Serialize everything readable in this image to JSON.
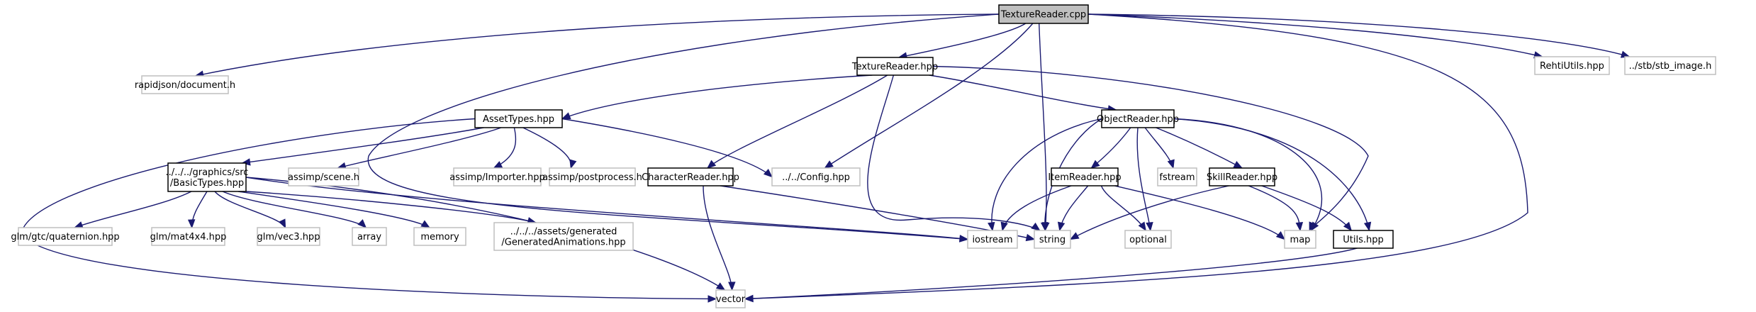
{
  "diagram": {
    "title": "TextureReader.cpp include dependency graph",
    "colors": {
      "edge": "#191970",
      "root_fill": "#bfbfbf",
      "local_border": "#000000",
      "external_border": "#bfbfbf"
    },
    "nodes": [
      {
        "id": "texturereader_cpp",
        "label": [
          "TextureReader.cpp"
        ],
        "kind": "root"
      },
      {
        "id": "rapidjson_document",
        "label": [
          "rapidjson/document.h"
        ],
        "kind": "external"
      },
      {
        "id": "texturereader_hpp",
        "label": [
          "TextureReader.hpp"
        ],
        "kind": "local"
      },
      {
        "id": "rehtiutils",
        "label": [
          "RehtiUtils.hpp"
        ],
        "kind": "external"
      },
      {
        "id": "stb_image",
        "label": [
          "../stb/stb_image.h"
        ],
        "kind": "external"
      },
      {
        "id": "assettypes",
        "label": [
          "AssetTypes.hpp"
        ],
        "kind": "local"
      },
      {
        "id": "objectreader",
        "label": [
          "ObjectReader.hpp"
        ],
        "kind": "local"
      },
      {
        "id": "basictypes",
        "label": [
          "../../../graphics/src",
          "/BasicTypes.hpp"
        ],
        "kind": "local"
      },
      {
        "id": "assimp_scene",
        "label": [
          "assimp/scene.h"
        ],
        "kind": "external"
      },
      {
        "id": "assimp_importer",
        "label": [
          "assimp/Importer.hpp"
        ],
        "kind": "external"
      },
      {
        "id": "assimp_postprocess",
        "label": [
          "assimp/postprocess.h"
        ],
        "kind": "external"
      },
      {
        "id": "characterreader",
        "label": [
          "CharacterReader.hpp"
        ],
        "kind": "local"
      },
      {
        "id": "config",
        "label": [
          "../../Config.hpp"
        ],
        "kind": "external"
      },
      {
        "id": "itemreader",
        "label": [
          "ItemReader.hpp"
        ],
        "kind": "local"
      },
      {
        "id": "fstream",
        "label": [
          "fstream"
        ],
        "kind": "external"
      },
      {
        "id": "skillreader",
        "label": [
          "SkillReader.hpp"
        ],
        "kind": "local"
      },
      {
        "id": "glm_quaternion",
        "label": [
          "glm/gtc/quaternion.hpp"
        ],
        "kind": "external"
      },
      {
        "id": "glm_mat4x4",
        "label": [
          "glm/mat4x4.hpp"
        ],
        "kind": "external"
      },
      {
        "id": "glm_vec3",
        "label": [
          "glm/vec3.hpp"
        ],
        "kind": "external"
      },
      {
        "id": "array",
        "label": [
          "array"
        ],
        "kind": "external"
      },
      {
        "id": "memory",
        "label": [
          "memory"
        ],
        "kind": "external"
      },
      {
        "id": "generated_animations",
        "label": [
          "../../../assets/generated",
          "/GeneratedAnimations.hpp"
        ],
        "kind": "external"
      },
      {
        "id": "iostream",
        "label": [
          "iostream"
        ],
        "kind": "external"
      },
      {
        "id": "string",
        "label": [
          "string"
        ],
        "kind": "external"
      },
      {
        "id": "optional",
        "label": [
          "optional"
        ],
        "kind": "external"
      },
      {
        "id": "map",
        "label": [
          "map"
        ],
        "kind": "external"
      },
      {
        "id": "utils",
        "label": [
          "Utils.hpp"
        ],
        "kind": "local"
      },
      {
        "id": "vector",
        "label": [
          "vector"
        ],
        "kind": "external"
      }
    ],
    "edges": [
      {
        "from": "texturereader_cpp",
        "to": "rapidjson_document"
      },
      {
        "from": "texturereader_cpp",
        "to": "texturereader_hpp"
      },
      {
        "from": "texturereader_cpp",
        "to": "rehtiutils"
      },
      {
        "from": "texturereader_cpp",
        "to": "stb_image"
      },
      {
        "from": "texturereader_cpp",
        "to": "iostream"
      },
      {
        "from": "texturereader_cpp",
        "to": "string"
      },
      {
        "from": "texturereader_cpp",
        "to": "config"
      },
      {
        "from": "texturereader_cpp",
        "to": "vector"
      },
      {
        "from": "texturereader_hpp",
        "to": "assettypes"
      },
      {
        "from": "texturereader_hpp",
        "to": "objectreader"
      },
      {
        "from": "texturereader_hpp",
        "to": "characterreader"
      },
      {
        "from": "texturereader_hpp",
        "to": "string"
      },
      {
        "from": "texturereader_hpp",
        "to": "map"
      },
      {
        "from": "assettypes",
        "to": "basictypes"
      },
      {
        "from": "assettypes",
        "to": "assimp_scene"
      },
      {
        "from": "assettypes",
        "to": "assimp_importer"
      },
      {
        "from": "assettypes",
        "to": "assimp_postprocess"
      },
      {
        "from": "assettypes",
        "to": "config"
      },
      {
        "from": "assettypes",
        "to": "vector"
      },
      {
        "from": "basictypes",
        "to": "glm_quaternion"
      },
      {
        "from": "basictypes",
        "to": "glm_mat4x4"
      },
      {
        "from": "basictypes",
        "to": "glm_vec3"
      },
      {
        "from": "basictypes",
        "to": "array"
      },
      {
        "from": "basictypes",
        "to": "memory"
      },
      {
        "from": "basictypes",
        "to": "generated_animations"
      },
      {
        "from": "basictypes",
        "to": "iostream"
      },
      {
        "from": "basictypes",
        "to": "vector"
      },
      {
        "from": "characterreader",
        "to": "vector"
      },
      {
        "from": "characterreader",
        "to": "string"
      },
      {
        "from": "objectreader",
        "to": "itemreader"
      },
      {
        "from": "objectreader",
        "to": "fstream"
      },
      {
        "from": "objectreader",
        "to": "skillreader"
      },
      {
        "from": "objectreader",
        "to": "iostream"
      },
      {
        "from": "objectreader",
        "to": "string"
      },
      {
        "from": "objectreader",
        "to": "optional"
      },
      {
        "from": "objectreader",
        "to": "map"
      },
      {
        "from": "objectreader",
        "to": "utils"
      },
      {
        "from": "itemreader",
        "to": "iostream"
      },
      {
        "from": "itemreader",
        "to": "string"
      },
      {
        "from": "itemreader",
        "to": "optional"
      },
      {
        "from": "itemreader",
        "to": "map"
      },
      {
        "from": "skillreader",
        "to": "string"
      },
      {
        "from": "skillreader",
        "to": "map"
      },
      {
        "from": "skillreader",
        "to": "utils"
      },
      {
        "from": "utils",
        "to": "vector"
      }
    ]
  }
}
